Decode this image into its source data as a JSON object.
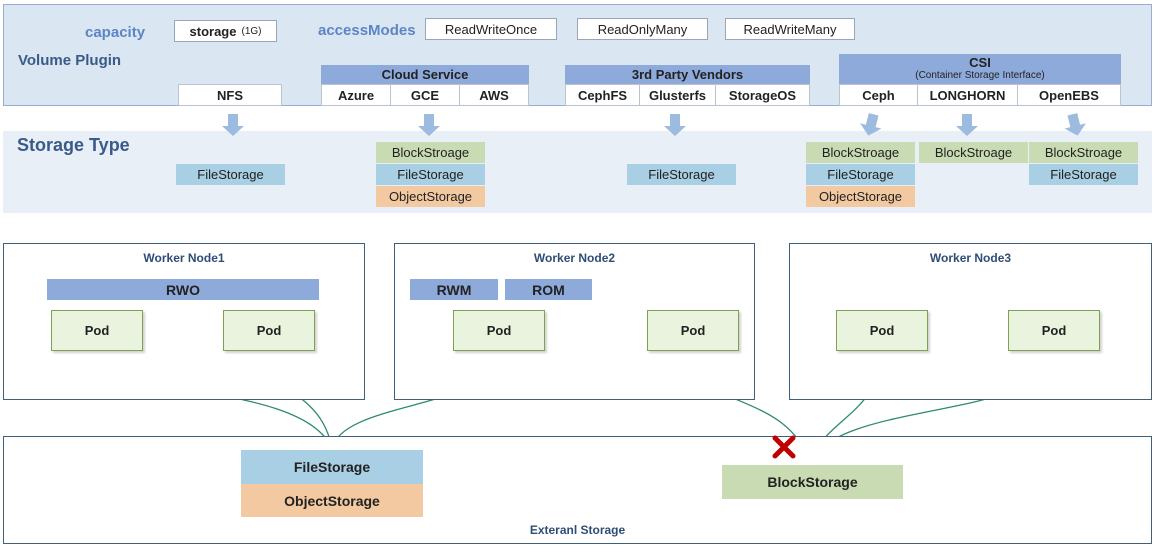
{
  "top": {
    "capacity_label": "capacity",
    "capacity_value": "storage",
    "capacity_unit": "(1G)",
    "access_modes_label": "accessModes",
    "access_modes": [
      "ReadWriteOnce",
      "ReadOnlyMany",
      "ReadWriteMany"
    ],
    "volume_plugin_label": "Volume Plugin"
  },
  "plugins": {
    "nfs": "NFS",
    "cloud_service": {
      "title": "Cloud Service",
      "items": [
        "Azure",
        "GCE",
        "AWS"
      ]
    },
    "third_party": {
      "title": "3rd Party Vendors",
      "items": [
        "CephFS",
        "Glusterfs",
        "StorageOS"
      ]
    },
    "csi": {
      "title": "CSI",
      "subtitle": "(Container Storage Interface)",
      "items": [
        "Ceph",
        "LONGHORN",
        "OpenEBS"
      ]
    }
  },
  "storage_type": {
    "label": "Storage Type",
    "file": "FileStorage",
    "block": "BlockStroage",
    "object": "ObjectStorage"
  },
  "nodes": [
    {
      "title": "Worker Node1",
      "modes": [
        "RWO"
      ],
      "pods": [
        "Pod",
        "Pod"
      ]
    },
    {
      "title": "Worker Node2",
      "modes": [
        "RWM",
        "ROM"
      ],
      "pods": [
        "Pod",
        "Pod"
      ]
    },
    {
      "title": "Worker Node3",
      "modes": [],
      "pods": [
        "Pod",
        "Pod"
      ]
    }
  ],
  "external": {
    "title": "Exteranl Storage",
    "file": "FileStorage",
    "object": "ObjectStorage",
    "block": "BlockStorage"
  },
  "colors": {
    "arrow": "#2e8a6c",
    "cross": "#c00000",
    "header_blue": "#8eaadb",
    "file": "#a8cfe3",
    "block": "#c8dbb2",
    "object": "#f2c9a1"
  }
}
